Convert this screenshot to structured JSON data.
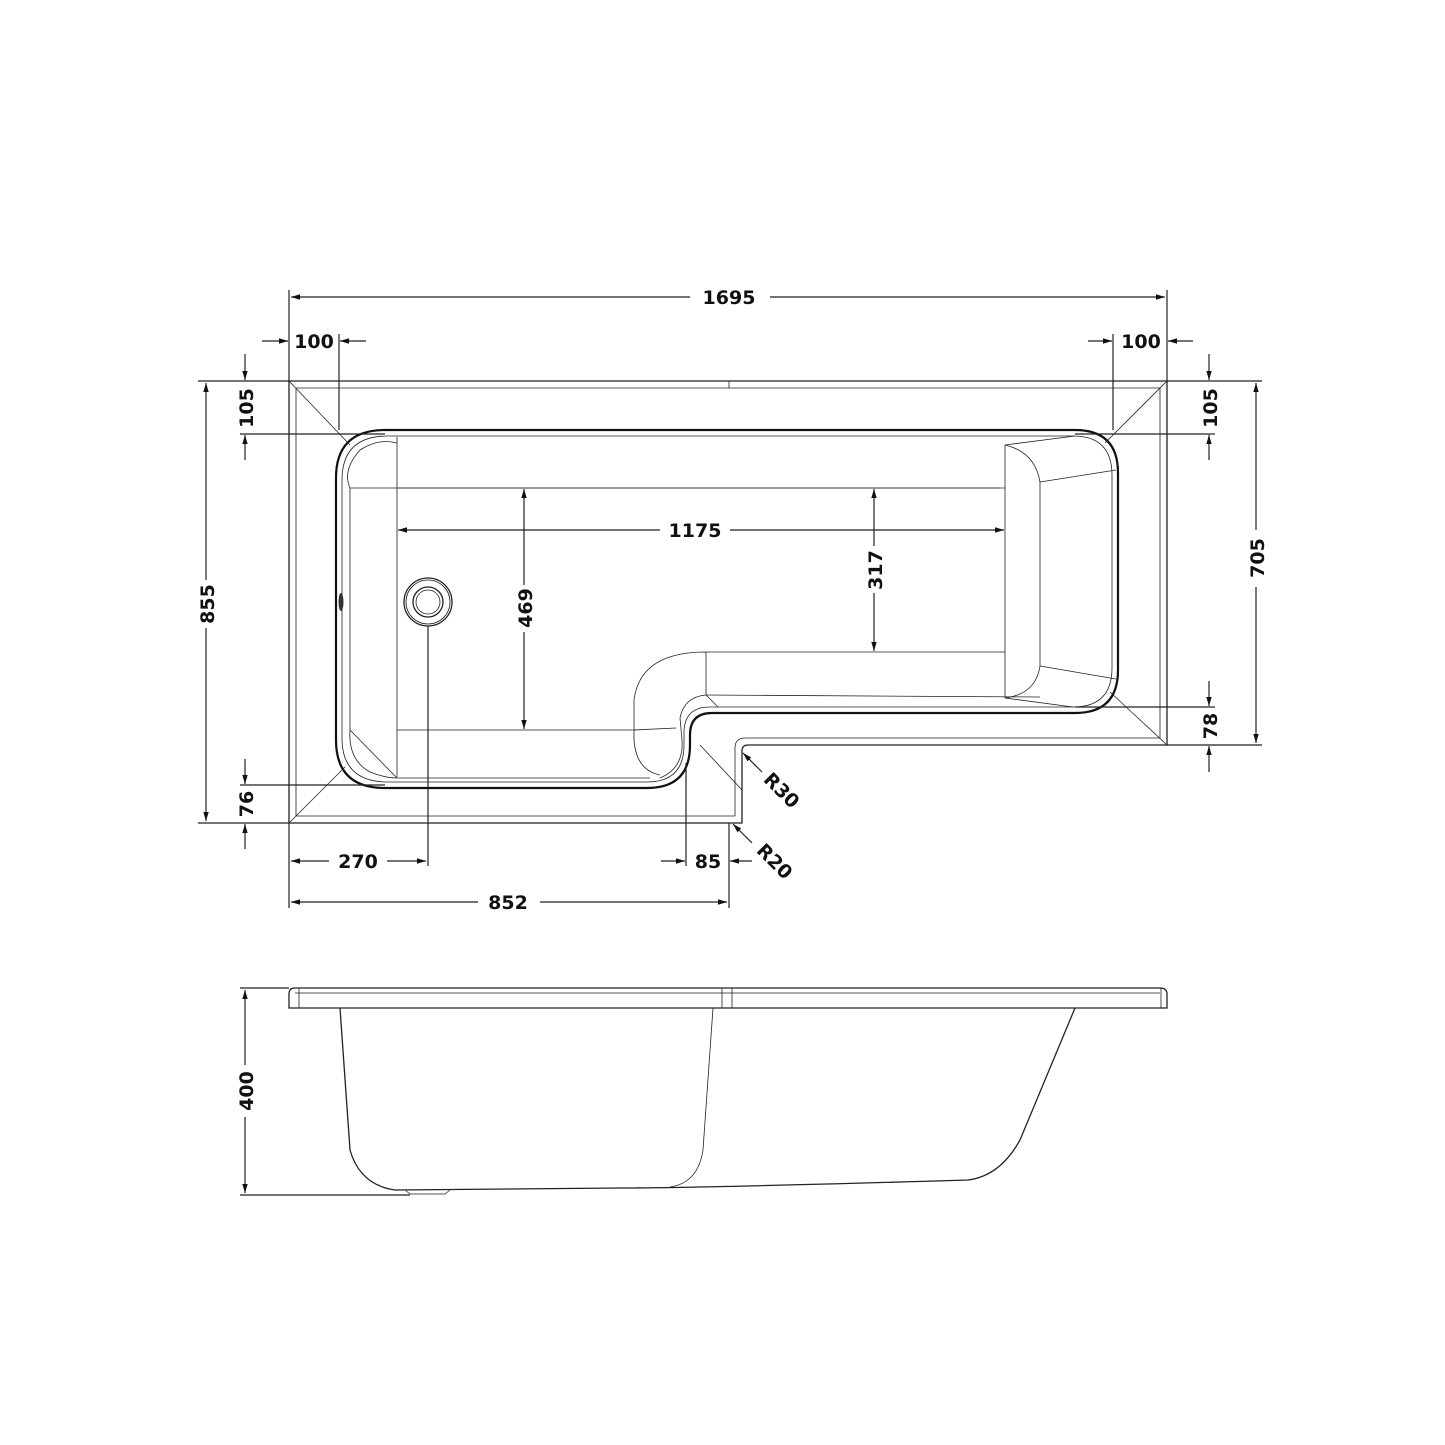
{
  "drawing": {
    "title": "L-shaped shower bath technical drawing",
    "views": [
      "plan-view",
      "side-elevation"
    ],
    "units": "mm",
    "line_color": "#222222",
    "background": "#ffffff"
  },
  "dimensions": {
    "overall_length": "1695",
    "rim_left": "100",
    "rim_right": "100",
    "rim_top_left": "105",
    "rim_top_right": "105",
    "overall_width_left": "855",
    "width_right": "705",
    "rim_bottom_right": "78",
    "rim_bottom_left": "76",
    "inner_length": "1175",
    "inner_width_left": "469",
    "inner_width_right": "317",
    "waste_offset": "270",
    "step_offset": "85",
    "shower_section_length": "852",
    "radius_inner": "R30",
    "radius_outer": "R20",
    "height": "400"
  }
}
